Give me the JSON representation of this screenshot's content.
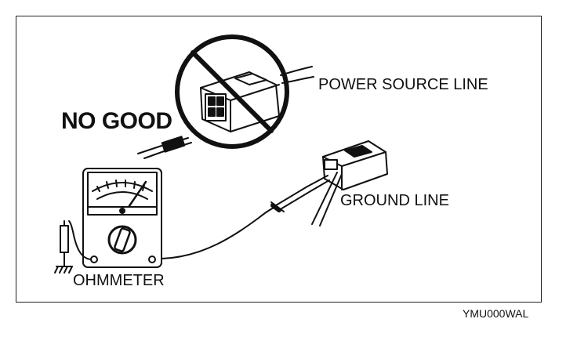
{
  "labels": {
    "power_source_line": "POWER SOURCE LINE",
    "no_good": "NO GOOD",
    "ground_line": "GROUND LINE",
    "ohmmeter": "OHMMETER",
    "figure_code": "YMU000WAL"
  },
  "icons": {
    "prohibition": "prohibition-circle-icon",
    "connector": "connector-icon",
    "meter": "ohmmeter-icon",
    "ground": "ground-symbol-icon"
  },
  "colors": {
    "ink": "#111111",
    "background": "#ffffff"
  }
}
